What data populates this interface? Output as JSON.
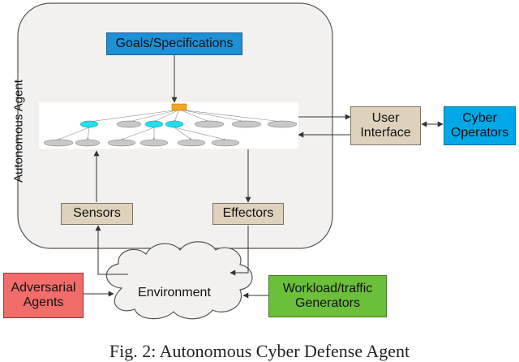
{
  "agent_label": "Autonomous Agent",
  "goals": "Goals/Specifications",
  "sensors": "Sensors",
  "effectors": "Effectors",
  "user_interface": [
    "User",
    "Interface"
  ],
  "cyber_operators": [
    "Cyber",
    "Operators"
  ],
  "environment": "Environment",
  "adversarial": [
    "Adversarial",
    "Agents"
  ],
  "workload": [
    "Workload/traffic",
    "Generators"
  ],
  "caption": "Fig. 2: Autonomous Cyber Defense Agent",
  "colors": {
    "panel": "#f2f1f0",
    "goals_blue": "#1e90d6",
    "cyber_blue": "#00a8e8",
    "adversarial_red": "#f26d6a",
    "workload_green": "#6bbf3b",
    "tan": "#ded2bd",
    "tree_root": "#f5a623",
    "tree_cyan": "#1ee0f0",
    "tree_gray": "#c8c8c8"
  }
}
